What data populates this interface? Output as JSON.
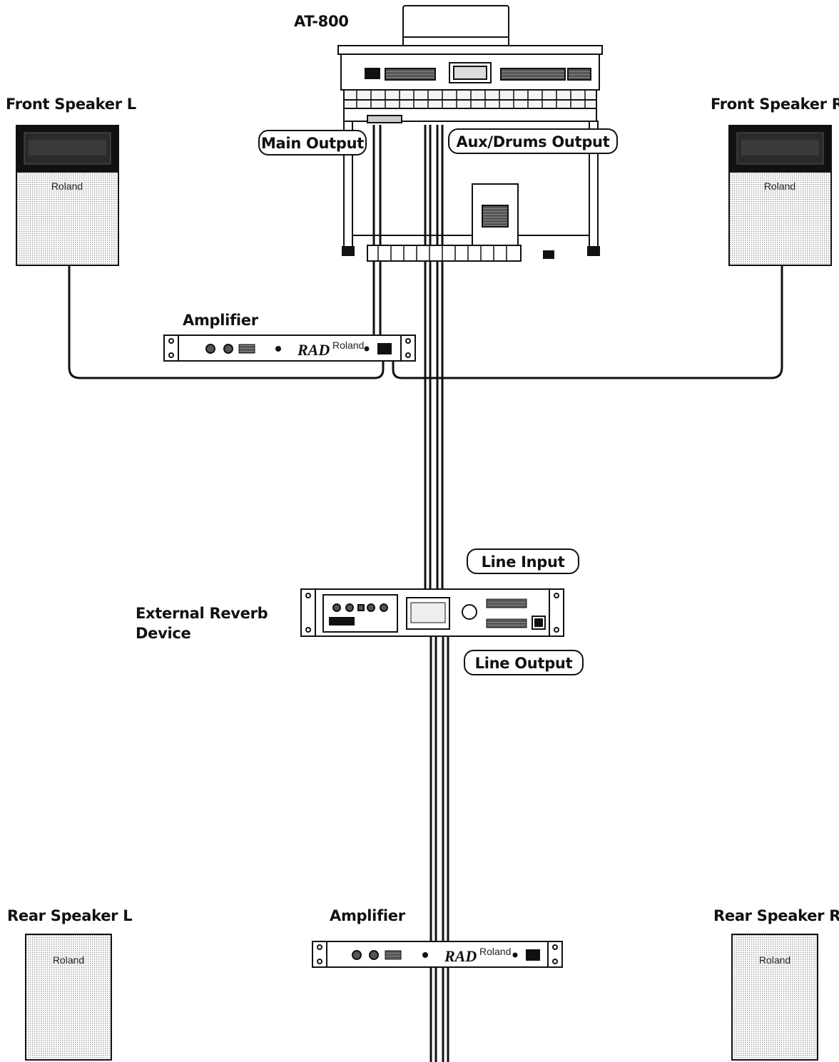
{
  "labels": {
    "at800": "AT-800",
    "front_left": "Front Speaker L",
    "front_right": "Front Speaker R",
    "amp_top": "Amplifier",
    "amp_bottom": "Amplifier",
    "reverb_line1": "External Reverb",
    "reverb_line2": "Device",
    "rear_left": "Rear Speaker L",
    "rear_right": "Rear Speaker R"
  },
  "callouts": {
    "main_output": "Main Output",
    "aux_output": "Aux/Drums Output",
    "line_input": "Line Input",
    "line_output": "Line Output"
  },
  "branding": {
    "speaker_brand": "Roland",
    "amp_model": "RAD",
    "amp_brand": "Roland"
  },
  "colors": {
    "line": "#111111",
    "panel": "#222222",
    "speaker_grille": "#d8d8d8"
  }
}
